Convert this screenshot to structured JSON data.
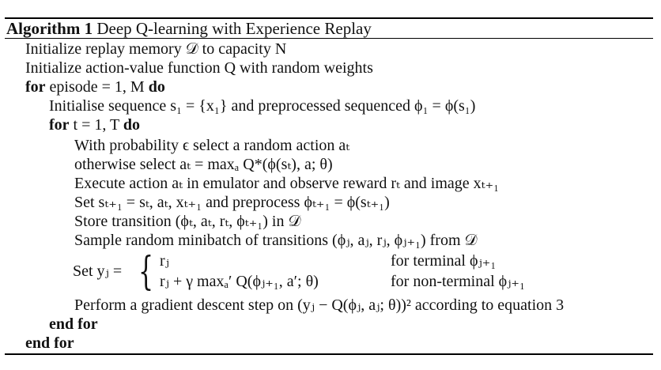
{
  "algorithm": {
    "label": "Algorithm 1",
    "title": "Deep Q-learning with Experience Replay"
  },
  "lines": {
    "l1": "Initialize replay memory 𝒟 to capacity N",
    "l2": "Initialize action-value function Q with random weights",
    "l3_kw": "for",
    "l3_text": "episode = 1, M",
    "l3_do": "do",
    "l4": "Initialise sequence s₁ = {x₁} and preprocessed sequenced ϕ₁ = ϕ(s₁)",
    "l5_kw": "for",
    "l5_text": "t = 1, T",
    "l5_do": "do",
    "l6": "With probability ϵ select a random action aₜ",
    "l7": "otherwise select aₜ = maxₐ Q*(ϕ(sₜ), a; θ)",
    "l8": "Execute action aₜ in emulator and observe reward rₜ and image xₜ₊₁",
    "l9": "Set sₜ₊₁ = sₜ, aₜ, xₜ₊₁ and preprocess ϕₜ₊₁ = ϕ(sₜ₊₁)",
    "l10": "Store transition (ϕₜ, aₜ, rₜ, ϕₜ₊₁) in 𝒟",
    "l11": "Sample random minibatch of transitions (ϕⱼ, aⱼ, rⱼ, ϕⱼ₊₁) from 𝒟",
    "l12_label": "Set yⱼ =",
    "l12_case1_expr": "rⱼ",
    "l12_case1_cond": "for terminal ϕⱼ₊₁",
    "l12_case2_expr": "rⱼ + γ maxₐ′ Q(ϕⱼ₊₁, a′; θ)",
    "l12_case2_cond": "for non-terminal ϕⱼ₊₁",
    "l13": "Perform a gradient descent step on (yⱼ − Q(ϕⱼ, aⱼ; θ))² according to equation 3",
    "l14": "end for",
    "l15": "end for"
  }
}
